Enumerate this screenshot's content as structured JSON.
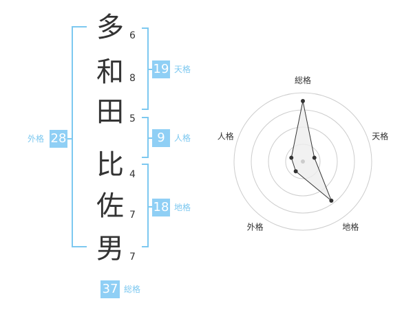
{
  "name_chars": [
    {
      "char": "多",
      "strokes": "6"
    },
    {
      "char": "和",
      "strokes": "8"
    },
    {
      "char": "田",
      "strokes": "5"
    },
    {
      "char": "比",
      "strokes": "4"
    },
    {
      "char": "佐",
      "strokes": "7"
    },
    {
      "char": "男",
      "strokes": "7"
    }
  ],
  "fortunes": {
    "tenkaku": {
      "value": "19",
      "label": "天格"
    },
    "jinkaku": {
      "value": "9",
      "label": "人格"
    },
    "chikaku": {
      "value": "18",
      "label": "地格"
    },
    "gaikaku": {
      "value": "28",
      "label": "外格"
    },
    "soukaku": {
      "value": "37",
      "label": "総格"
    }
  },
  "chart_data": {
    "type": "radar",
    "axes": [
      "総格",
      "天格",
      "地格",
      "外格",
      "人格"
    ],
    "values": [
      5,
      1,
      4,
      1,
      1
    ],
    "max": 5,
    "rings": 4,
    "line_color": "#333333",
    "fill_color": "#eeeeee"
  },
  "colors": {
    "accent": "#7cc8f0",
    "badge": "#8fcff5",
    "text": "#333333"
  }
}
